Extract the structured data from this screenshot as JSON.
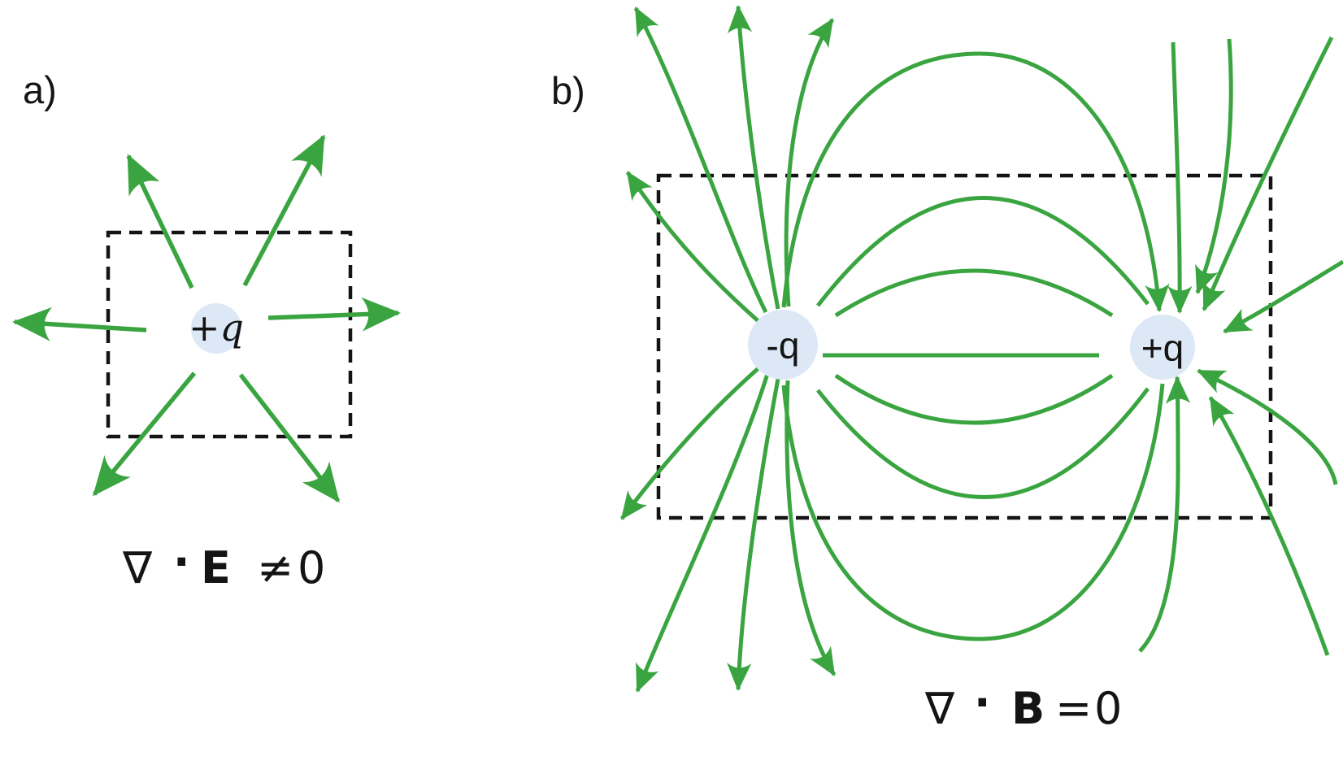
{
  "figure": {
    "panel_a": {
      "label": "a)",
      "charge_plus": "+",
      "charge_symbol": "q",
      "equation": {
        "nabla": "∇",
        "dot": "·",
        "field": "E",
        "relation": "≠",
        "value": "0"
      }
    },
    "panel_b": {
      "label": "b)",
      "negative_charge_label": "-q",
      "positive_charge_label": "+q",
      "equation": {
        "nabla": "∇",
        "dot": "·",
        "field": "B",
        "relation": "=",
        "value": "0"
      }
    },
    "colors": {
      "field_line_green": "#3aa540",
      "charge_fill_blue": "#dce8f6",
      "ink": "#141414"
    }
  }
}
